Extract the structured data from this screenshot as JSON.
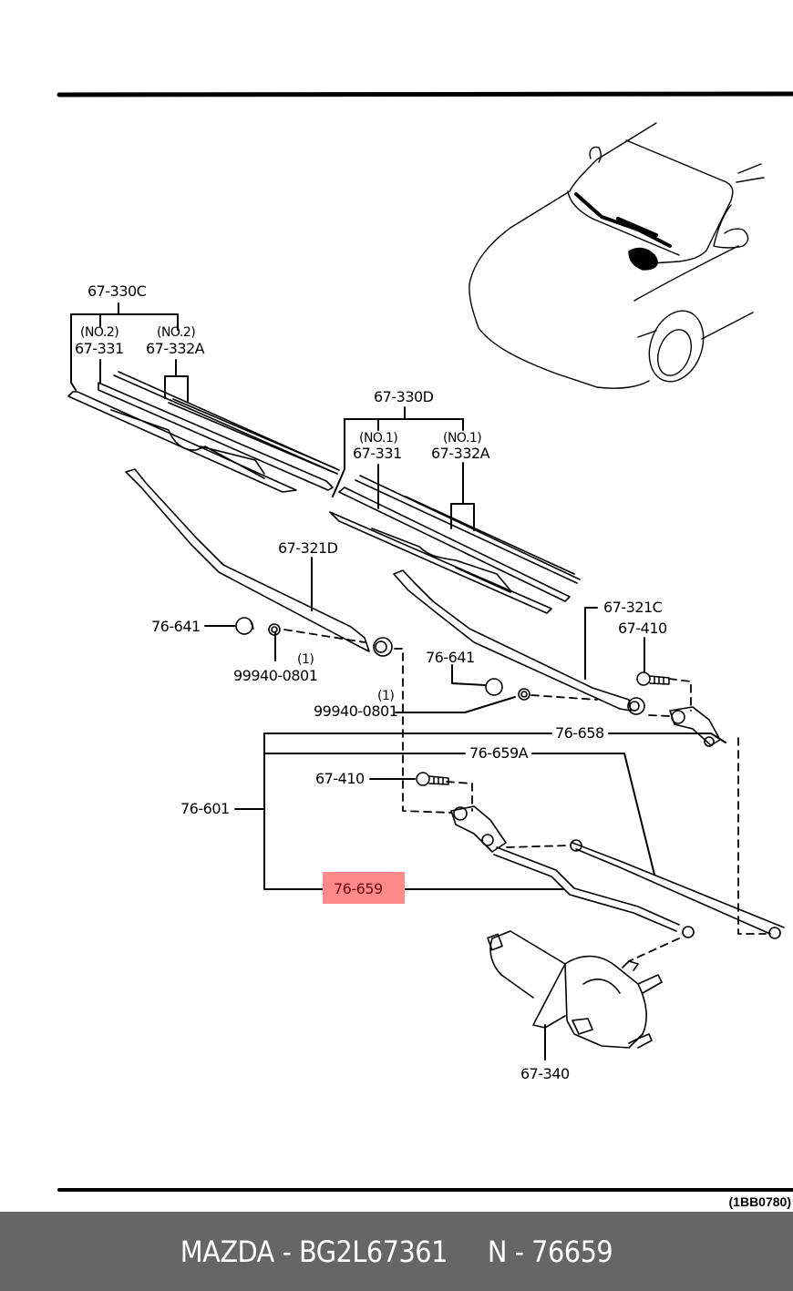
{
  "diagram": {
    "title": "Windshield wiper assembly exploded parts diagram",
    "reference_code": "(1BB0780)",
    "highlighted_part": "76-659",
    "highlight_color": "#ff8a8a",
    "callouts": {
      "wiper_blade_assy_no2": "67-330C",
      "no2_a": "(NO.2)",
      "no2_b": "(NO.2)",
      "blade_no2": "67-331",
      "rubber_no2": "67-332A",
      "wiper_blade_assy_no1": "67-330D",
      "no1_a": "(NO.1)",
      "no1_b": "(NO.1)",
      "blade_no1": "67-331",
      "rubber_no1": "67-332A",
      "arm_left": "67-321D",
      "cap_left": "76-641",
      "nut_left": "99940-0801",
      "nut_left_qty": "(1)",
      "nut_mid_qty": "(1)",
      "nut_mid": "99940-0801",
      "cap_right": "76-641",
      "arm_right": "67-321C",
      "bolt_right": "67-410",
      "link_658": "76-658",
      "link_659a": "76-659A",
      "bolt_mid": "67-410",
      "linkage_assy": "76-601",
      "link_659": "76-659",
      "motor": "67-340"
    }
  },
  "footer": {
    "brand_part": "MAZDA - BG2L67361",
    "oem_ref": "N - 76659"
  }
}
